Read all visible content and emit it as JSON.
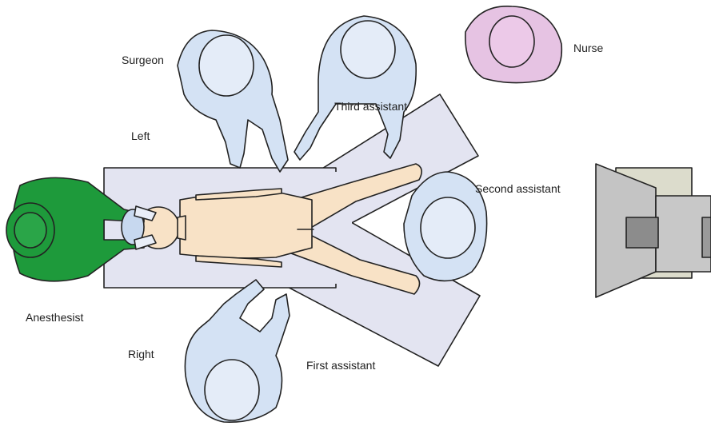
{
  "labels": {
    "surgeon": "Surgeon",
    "third_assistant": "Third assistant",
    "nurse": "Nurse",
    "left": "Left",
    "second_assistant": "Second assistant",
    "anesthesist": "Anesthesist",
    "right": "Right",
    "first_assistant": "First assistant"
  },
  "colors": {
    "staff_fill": "#d4e2f4",
    "staff_head": "#e4ecf8",
    "nurse_fill": "#e6c3e3",
    "anesthesist_fill": "#1e9a3b",
    "table_fill": "#e3e4f1",
    "patient_fill": "#f8e2c6",
    "monitor_fill": "#c8c8c8"
  }
}
